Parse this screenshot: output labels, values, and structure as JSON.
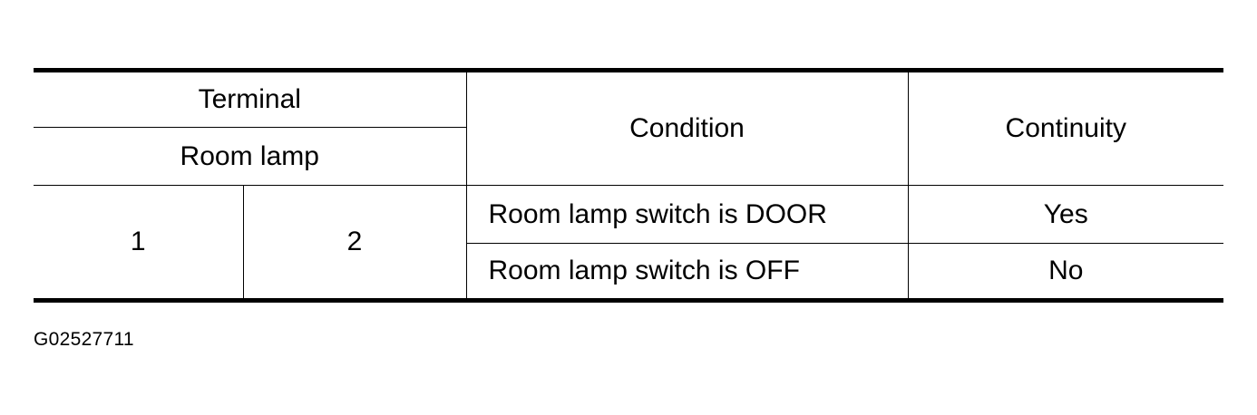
{
  "table": {
    "header": {
      "terminal": "Terminal",
      "room_lamp": "Room lamp",
      "condition": "Condition",
      "continuity": "Continuity"
    },
    "terminals": [
      "1",
      "2"
    ],
    "rows": [
      {
        "condition": "Room lamp switch is DOOR",
        "continuity": "Yes"
      },
      {
        "condition": "Room lamp switch is OFF",
        "continuity": "No"
      }
    ]
  },
  "figure_id": "G02527711"
}
